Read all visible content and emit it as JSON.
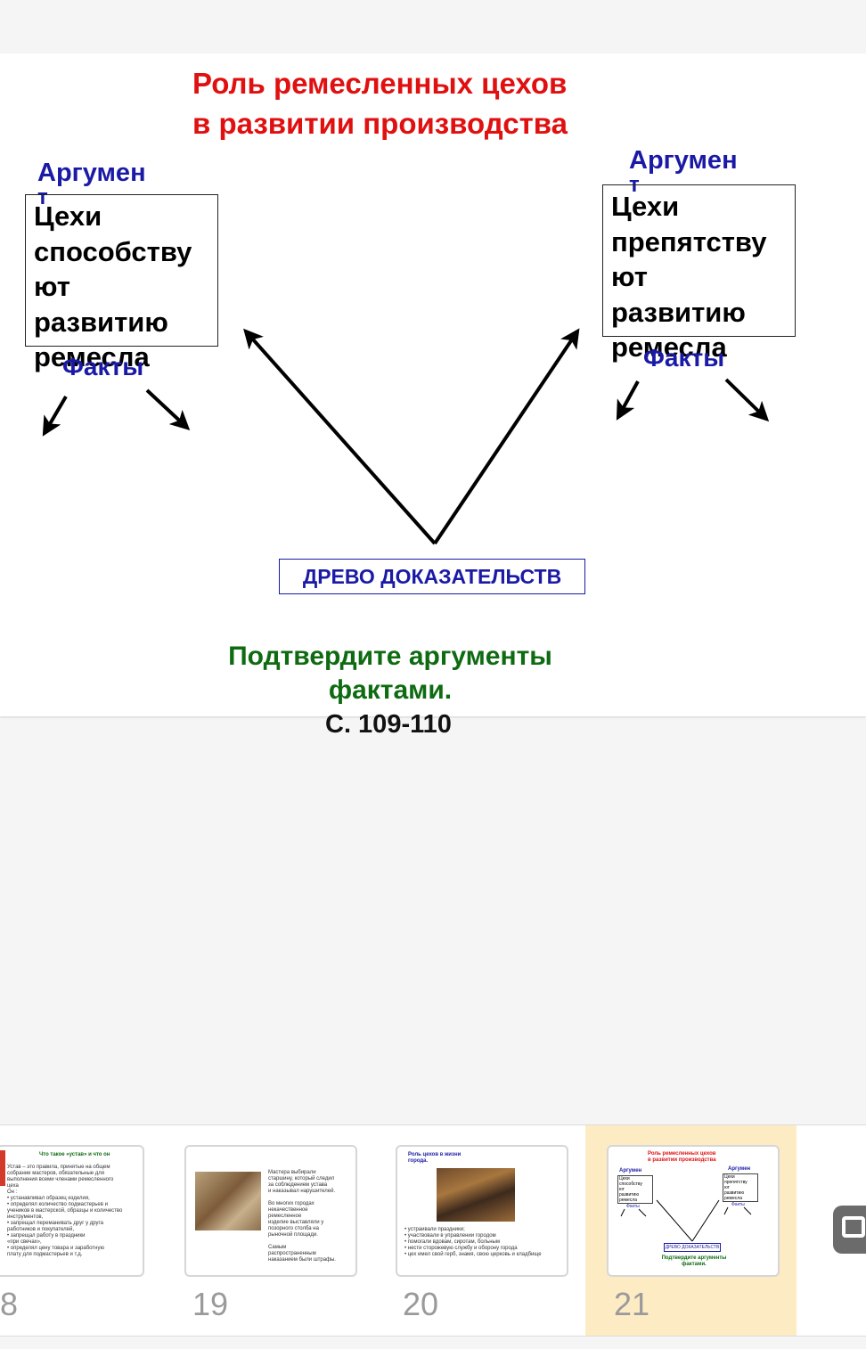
{
  "slide": {
    "title_line1": "Роль ремесленных цехов",
    "title_line2": "в развитии производства",
    "left": {
      "argument_label": "Аргумен",
      "argument_label_overflow": "т",
      "argument_text": "Цехи\nспособству\nют\nразвитию\nремесла",
      "facts_label": "Факты"
    },
    "right": {
      "argument_label": "Аргумен",
      "argument_label_overflow": "т",
      "argument_text": "Цехи\nпрепятству\nют\nразвитию\nремесла",
      "facts_label": "Факты"
    },
    "tree_label": "ДРЕВО ДОКАЗАТЕЛЬСТВ",
    "instruction_line1": "Подтвердите аргументы",
    "instruction_line2": "фактами.",
    "pages_ref": "С. 109-110"
  },
  "filmstrip": {
    "selected_index": 3,
    "thumbnails": [
      {
        "number": "8",
        "title": "Что такое «устав» и что он",
        "body": "Устав – это правила, принятые на общем\nсобрании мастеров, обязательные для\nвыполнения всеми членами ремесленного\nцеха\nОн :\n• устанавливал образец изделия,\n• определял количество подмастерьев и\n  учеников в мастерской, образцы и количество\n  инструментов,\n• запрещал переманивать друг у друга\n  работников и покупателей,\n• запрещал работу в праздники\n  «при свечах»,\n• определял цену товара и заработную\n  плату для подмастерьев и т.д."
      },
      {
        "number": "19",
        "body": "Мастера выбирали\nстаршину, который следил\nза соблюдением устава\nи наказывал нарушителей.\n\nВо многих городах\nнекачественное\nремесленное\nизделие выставляли у\nпозорного столба на\nрыночной площади.\n\nСамым\nраспространенным\nнаказанием были штрафы."
      },
      {
        "number": "20",
        "title": "Роль цехов в жизни\nгорода.",
        "body": "• устраивали праздники;\n• участвовали в управлении городом\n• помогали вдовам, сиротам, больным\n• нести сторожевую службу и оборону города\n• цех имел свой герб, знамя, свою церковь и кладбище"
      },
      {
        "number": "21",
        "title": "Роль ремесленных цехов\nв развитии производства",
        "arg_left": "Аргумен",
        "arg_right": "Аргумен",
        "box_left": "Цехи\nспособству\nют\nразвитию\nремесла",
        "box_right": "Цехи\nпрепятству\nют\nразвитию\nремесла",
        "facts": "Факты",
        "tree": "ДРЕВО ДОКАЗАТЕЛЬСТВ",
        "footer": "Подтвердите аргументы\nфактами."
      }
    ]
  },
  "colors": {
    "title": "#e01010",
    "label_blue": "#1a1aa6",
    "green": "#0f6b12",
    "selected_bg": "#fdebc4"
  }
}
